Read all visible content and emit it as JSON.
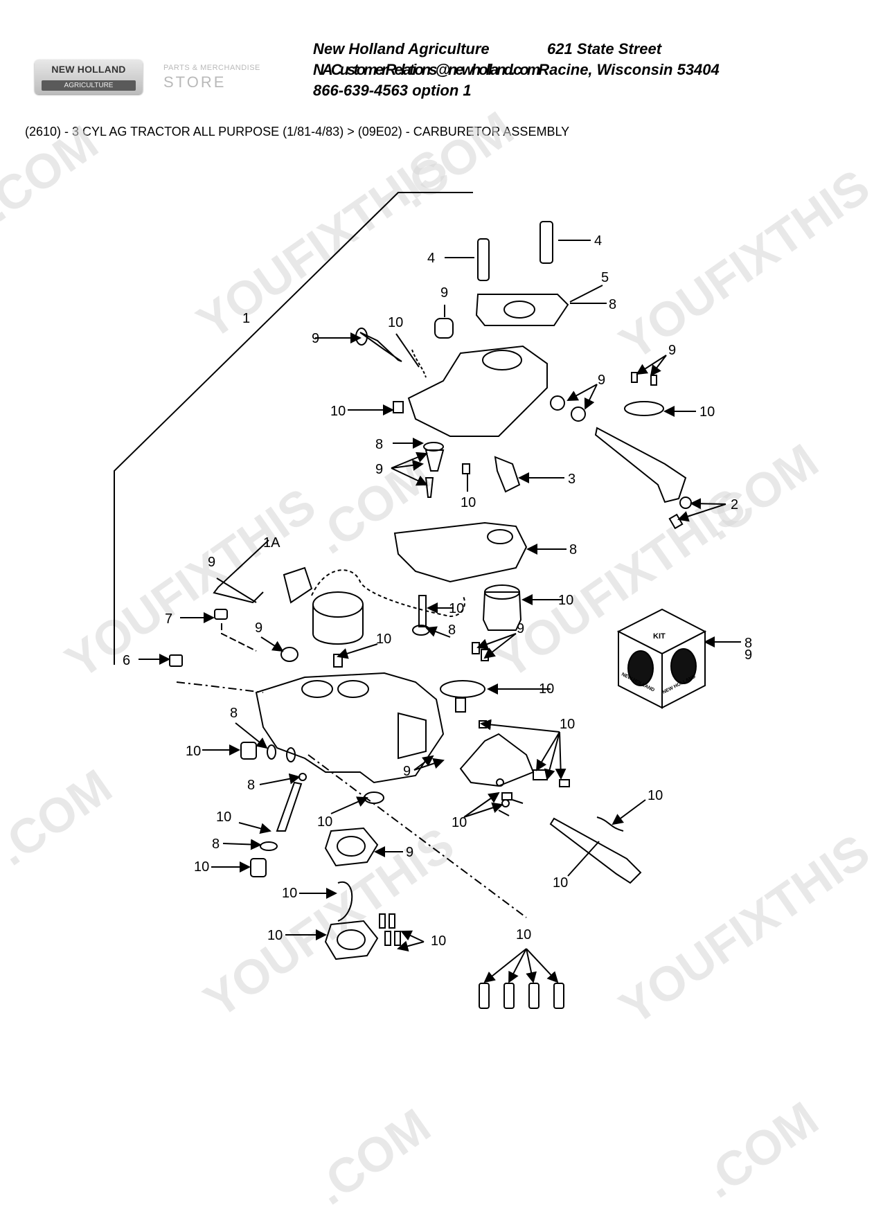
{
  "header": {
    "logo_brand": "NEW HOLLAND",
    "logo_sub": "AGRICULTURE",
    "store_line1": "PARTS & MERCHANDISE",
    "store_line2": "STORE",
    "company": "New Holland Agriculture",
    "street": "621 State Street",
    "email": "NACustomerRelations@newholland.com",
    "city": "Racine, Wisconsin 53404",
    "phone": "866-639-4563 option 1"
  },
  "breadcrumb": "(2610) - 3 CYL AG TRACTOR ALL PURPOSE (1/81-4/83) > (09E02) - CARBURETOR ASSEMBLY",
  "kit_box": {
    "top": "KIT",
    "side": "NEW HOLLAND"
  },
  "watermarks": [
    "YOUFIXTHIS",
    ".COM"
  ],
  "callouts": [
    "1",
    "1A",
    "2",
    "3",
    "4",
    "5",
    "6",
    "7",
    "8",
    "9",
    "10",
    "8 9"
  ]
}
